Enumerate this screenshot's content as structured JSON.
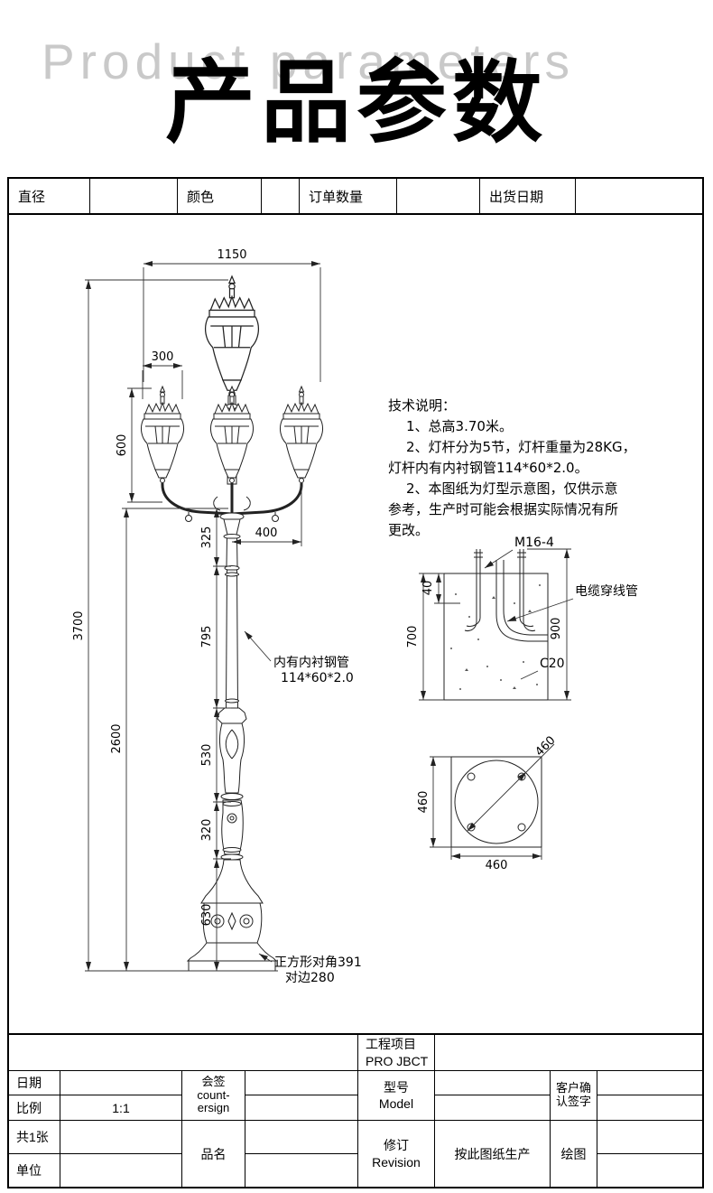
{
  "watermark": "Product parameters",
  "page_title": "产品参数",
  "spec_header": {
    "diameter_label": "直径",
    "color_label": "颜色",
    "order_qty_label": "订单数量",
    "ship_date_label": "出货日期"
  },
  "tech_notes": {
    "heading": "技术说明：",
    "line1": "1、总高3.70米。",
    "line2": "2、灯杆分为5节，灯杆重量为28KG，",
    "line3": "灯杆内有内衬钢管114*60*2.0。",
    "line4": "2、本图纸为灯型示意图，仅供示意",
    "line5": "参考，生产时可能会根据实际情况有所",
    "line6": "更改。"
  },
  "dimensions": {
    "overall_width": "1150",
    "head_width": "300",
    "head_drop": "600",
    "seg_top": "325",
    "arm_length": "400",
    "total_height": "3700",
    "seg_upper": "795",
    "pole_height": "2600",
    "seg_mid": "530",
    "seg_lower": "320",
    "seg_base": "630",
    "bolt_offset": "40",
    "foundation_depth": "700",
    "foundation_height": "900",
    "plan_diagonal": "460",
    "plan_side_v": "460",
    "plan_side_h": "460"
  },
  "callouts": {
    "liner_pipe_line1": "内有内衬钢管",
    "liner_pipe_line2": "114*60*2.0",
    "base_line1": "正方形对角391",
    "base_line2": "对边280",
    "anchor_bolts": "M16-4",
    "cable_conduit": "电缆穿线管",
    "concrete_grade": "C20"
  },
  "title_block": {
    "project_label": "工程项目",
    "project_value": "PRO JBCT",
    "date_label": "日期",
    "scale_label": "比例",
    "scale_value": "1:1",
    "countersign_cn": "会签",
    "countersign_en_line1": "count-",
    "countersign_en_line2": "ersign",
    "model_label": "型号",
    "model_en": "Model",
    "customer_line1": "客户确",
    "customer_line2": "认签字",
    "sheet_count": "共1张",
    "unit_label": "单位",
    "product_name_label": "品名",
    "revision_cn": "修订",
    "revision_en": "Revision",
    "production_note": "按此图纸生产",
    "drawing_label": "绘图"
  }
}
